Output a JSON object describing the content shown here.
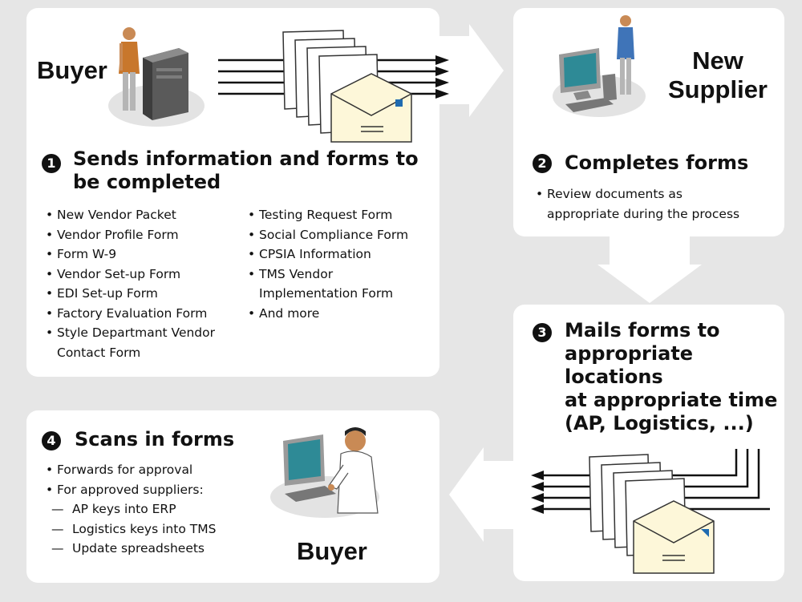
{
  "colors": {
    "background": "#e6e6e6",
    "panel": "#ffffff",
    "arrow_fill": "#ffffff",
    "envelope": "#fdf7d9",
    "envelope_stamp": "#1f6bb0",
    "monitor_screen": "#2e8a96",
    "person_shirt": "#3f74b8"
  },
  "step1": {
    "actor_label": "Buyer",
    "number": "1",
    "title_line1": "Sends information and forms to",
    "title_line2": "be completed",
    "left_items": [
      "New Vendor Packet",
      "Vendor Profile Form",
      "Form W-9",
      "Vendor Set-up Form",
      "EDI Set-up Form",
      "Factory Evaluation Form",
      "Style Departmant Vendor",
      "Contact Form"
    ],
    "right_items": [
      "Testing Request Form",
      "Social Compliance Form",
      "CPSIA Information",
      "TMS Vendor",
      "Implementation Form",
      "And more"
    ]
  },
  "step2": {
    "actor_label_line1": "New",
    "actor_label_line2": "Supplier",
    "number": "2",
    "title": "Completes forms",
    "items": [
      "Review documents as",
      "appropriate during the process"
    ]
  },
  "step3": {
    "number": "3",
    "title_lines": [
      "Mails forms to",
      "appropriate locations",
      "at appropriate time",
      "(AP, Logistics, ...)"
    ]
  },
  "step4": {
    "number": "4",
    "title": "Scans in forms",
    "items": [
      "Forwards for approval",
      "For approved suppliers:"
    ],
    "sub_items": [
      "AP keys into ERP",
      "Logistics keys into TMS",
      "Update spreadsheets"
    ],
    "actor_label": "Buyer"
  },
  "icons": [
    "person-icon",
    "server-tower-icon",
    "document-stack-icon",
    "envelope-icon",
    "computer-icon",
    "person-at-computer-icon",
    "flow-arrow-icon"
  ]
}
